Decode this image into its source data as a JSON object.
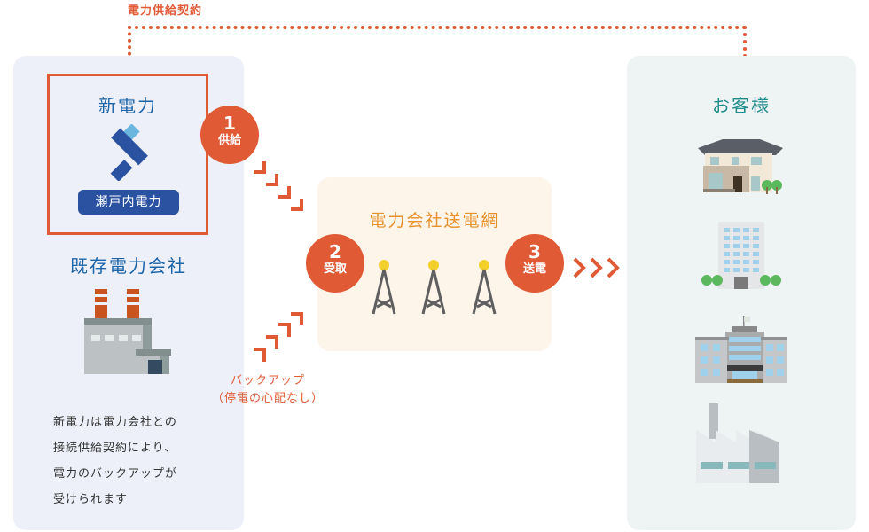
{
  "contract": {
    "label": "電力供給契約"
  },
  "left_panel": {
    "new_power": {
      "title": "新電力",
      "brand": "瀬戸内電力"
    },
    "existing": {
      "title": "既存電力会社"
    },
    "description_lines": [
      "新電力は電力会社との",
      "接続供給契約により、",
      "電力のバックアップが",
      "受けられます"
    ]
  },
  "steps": [
    {
      "num": "1",
      "label": "供給"
    },
    {
      "num": "2",
      "label": "受取"
    },
    {
      "num": "3",
      "label": "送電"
    }
  ],
  "grid": {
    "title": "電力会社送電網",
    "tower_count": 3
  },
  "backup": {
    "line1": "バックアップ",
    "line2": "（停電の心配なし）"
  },
  "customers": {
    "title": "お客様",
    "items": [
      "house-icon",
      "office-building-icon",
      "school-building-icon",
      "factory-icon"
    ]
  },
  "colors": {
    "accent": "#e05a35",
    "new_power_blue": "#1c64a8",
    "brand_blue": "#2a52a0",
    "grid_orange": "#e8902a",
    "customer_teal": "#1e8c8a",
    "left_bg": "#eef0f9",
    "center_bg": "#fdf4ea",
    "right_bg": "#eef4f4"
  }
}
